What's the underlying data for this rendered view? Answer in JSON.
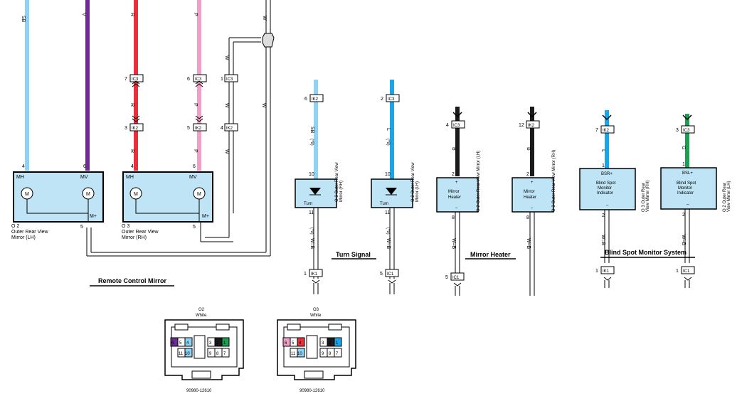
{
  "sections": {
    "remote_control_mirror": "Remote Control Mirror",
    "turn_signal": "Turn Signal",
    "mirror_heater": "Mirror Heater",
    "blind_spot_monitor_system": "Blind Spot Monitor System"
  },
  "wire_codes": {
    "sb": "SB",
    "v": "V",
    "r": "R",
    "p": "P",
    "w": "W",
    "l": "L",
    "b": "B",
    "g": "G",
    "wb": "W–B"
  },
  "connectors": {
    "ic3": "IC3",
    "ik2": "IK2",
    "ik1": "IK1",
    "ic1": "IC1"
  },
  "pins": {
    "p1": "1",
    "p2": "2",
    "p3": "3",
    "p4": "4",
    "p5": "5",
    "p6": "6",
    "p7": "7",
    "p8": "8",
    "p10": "10",
    "p11": "11",
    "p12": "12"
  },
  "notes": {
    "star9": "(*9)"
  },
  "components": {
    "o2_ref": "O 2",
    "o3_ref": "O 3",
    "o2_name_line1": "Outer Rear View",
    "o2_name_line2": "Mirror (LH)",
    "o3_name_line1": "Outer Rear View",
    "o3_name_line2": "Mirror (RH)",
    "mh": "MH",
    "mv": "MV",
    "mplus": "M+",
    "motor": "M",
    "turn": "Turn",
    "mirror_heater_l1": "Mirror",
    "mirror_heater_l2": "Heater",
    "plus": "+",
    "minus": "–",
    "bsr_plus": "BSR+",
    "bsl_plus": "BSL+",
    "bsm_l1": "Blind Spot",
    "bsm_l2": "Monitor",
    "bsm_l3": "Indicator",
    "vert_o3_outer": "O 3  Outer Rear View",
    "vert_o2_outer": "O 2  Outer Rear View",
    "vert_mirror_rh": "Mirror (RH)",
    "vert_mirror_lh": "Mirror (LH)",
    "vert_o2_mirror_lh": "O 2  Outer Rear View Mirror (LH)",
    "vert_o3_mirror_rh": "O 3  Outer Rear View Mirror (RH)",
    "vert_o3_rear": "O 3  Outer Rear",
    "vert_view_mirror_rh": "View Mirror (RH)",
    "vert_o2_rear": "O 2  Outer Rear",
    "vert_view_mirror_lh": "View Mirror (LH)"
  },
  "connector_views": {
    "o2_title": "O2",
    "o3_title": "O3",
    "color": "White",
    "o2_part": "90980-12610",
    "o3_part": "90980-12610",
    "o2_top_pins": [
      "6",
      "5",
      "4",
      "",
      "3",
      "2",
      "1"
    ],
    "o2_bottom_pins": [
      "",
      "11",
      "10",
      "",
      "9",
      "8",
      "7"
    ],
    "o3_top_pins": [
      "6",
      "5",
      "4",
      "",
      "3",
      "2",
      "1"
    ],
    "o3_bottom_pins": [
      "",
      "11",
      "10",
      "",
      "9",
      "8",
      "7"
    ]
  },
  "colors": {
    "sb": "#8fd3f4",
    "v": "#6b2d8f",
    "r": "#e8303a",
    "p": "#f0a0c8",
    "w": "#ffffff",
    "l": "#1aa6e6",
    "b": "#1a1a1a",
    "g": "#1aa050",
    "component_fill": "#bfe4f5"
  }
}
